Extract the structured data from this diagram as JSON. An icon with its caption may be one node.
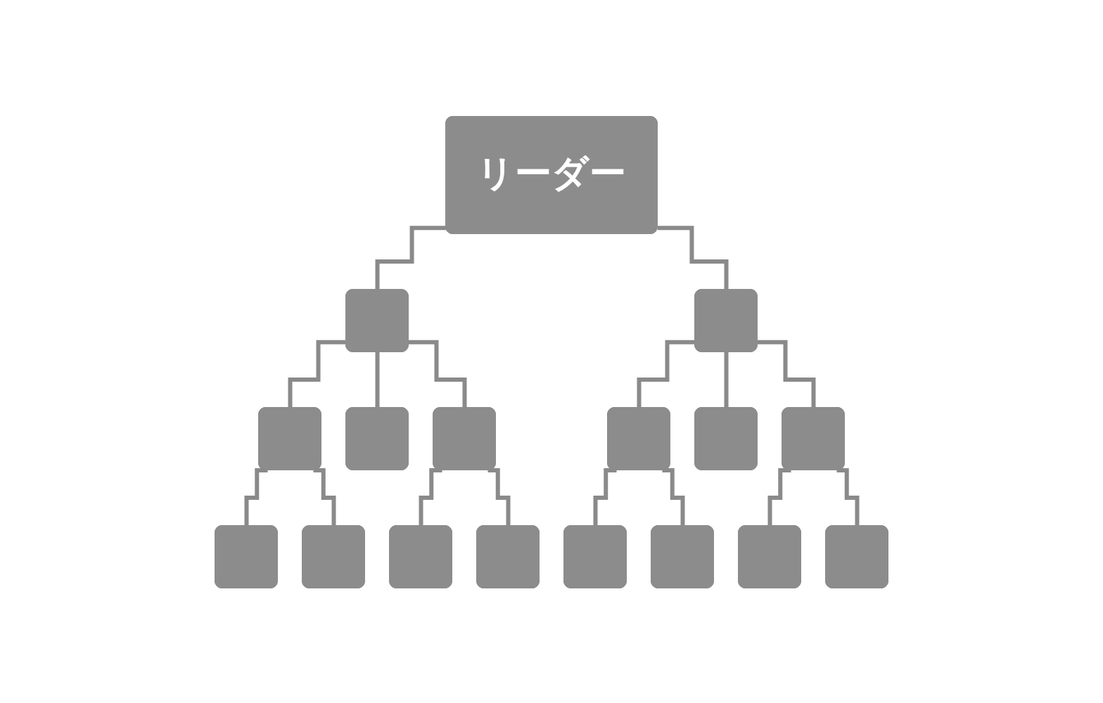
{
  "diagram": {
    "nodes": [
      {
        "text": [
          "リーダー"
        ]
      },
      {
        "text": [],
        "shape": "box"
      },
      {
        "text": [],
        "shape": "box"
      },
      {
        "text": [],
        "shape": "box"
      },
      {
        "text": [],
        "shape": "box"
      },
      {
        "text": [],
        "shape": "box"
      },
      {
        "text": [],
        "shape": "box"
      },
      {
        "text": [],
        "shape": "box"
      },
      {
        "text": [],
        "shape": "box"
      },
      {
        "text": [],
        "shape": "box"
      },
      {
        "text": [],
        "shape": "box"
      },
      {
        "text": [],
        "shape": "box"
      },
      {
        "text": [],
        "shape": "box"
      },
      {
        "text": [],
        "shape": "box"
      },
      {
        "text": [],
        "shape": "box"
      },
      {
        "text": [],
        "shape": "box"
      },
      {
        "text": [],
        "shape": "box"
      }
    ],
    "edges": [
      {
        "from": 0,
        "to": 1,
        "arrow": "none"
      },
      {
        "from": 0,
        "to": 2,
        "arrow": "none"
      },
      {
        "from": 1,
        "to": 3,
        "arrow": "none"
      },
      {
        "from": 1,
        "to": 4,
        "arrow": "none"
      },
      {
        "from": 1,
        "to": 5,
        "arrow": "none"
      },
      {
        "from": 2,
        "to": 6,
        "arrow": "none"
      },
      {
        "from": 2,
        "to": 7,
        "arrow": "none"
      },
      {
        "from": 2,
        "to": 8,
        "arrow": "none"
      },
      {
        "from": 3,
        "to": 9,
        "arrow": "none"
      },
      {
        "from": 3,
        "to": 10,
        "arrow": "none"
      },
      {
        "from": 5,
        "to": 11,
        "arrow": "none"
      },
      {
        "from": 5,
        "to": 12,
        "arrow": "none"
      },
      {
        "from": 6,
        "to": 13,
        "arrow": "none"
      },
      {
        "from": 6,
        "to": 14,
        "arrow": "none"
      },
      {
        "from": 8,
        "to": 15,
        "arrow": "none"
      },
      {
        "from": 8,
        "to": 16,
        "arrow": "none"
      }
    ]
  }
}
